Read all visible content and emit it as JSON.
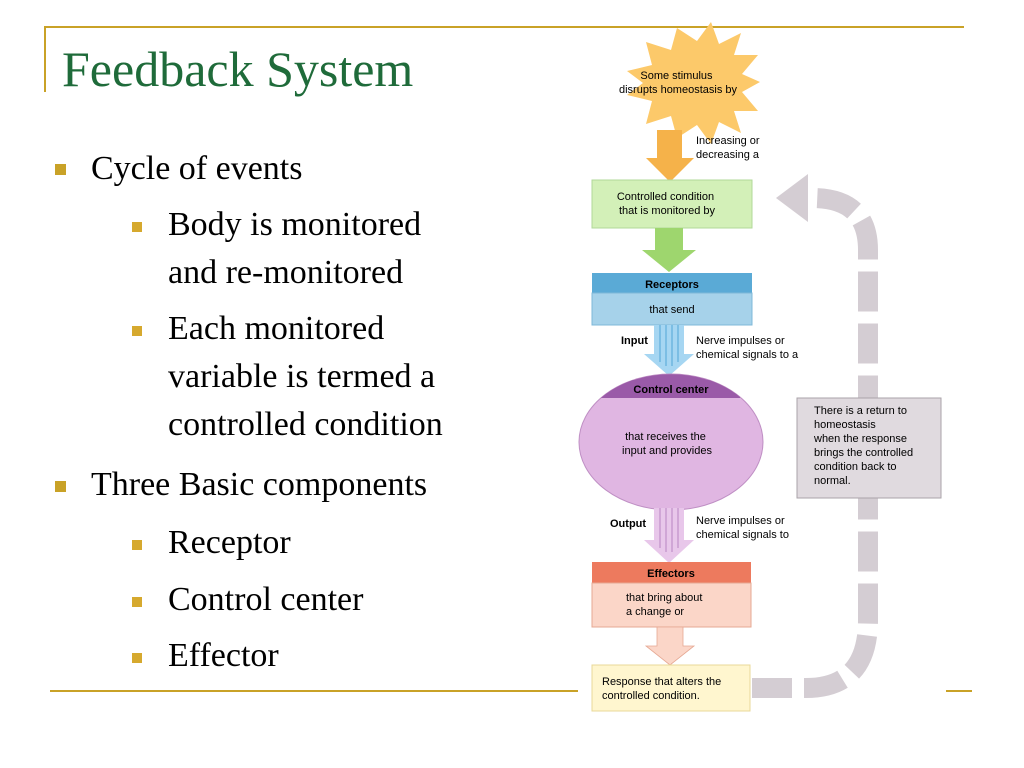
{
  "slide": {
    "title": "Feedback System",
    "bullets": [
      {
        "text": "Cycle of events",
        "sub": [
          {
            "lines": [
              "Body is monitored",
              "and re-monitored"
            ]
          },
          {
            "lines": [
              "Each monitored",
              "variable is termed a",
              "controlled condition"
            ]
          }
        ]
      },
      {
        "text": "Three Basic components",
        "sub": [
          {
            "lines": [
              "Receptor"
            ]
          },
          {
            "lines": [
              "Control center"
            ]
          },
          {
            "lines": [
              "Effector"
            ]
          }
        ]
      }
    ]
  },
  "diagram": {
    "stimulus": [
      "Some stimulus",
      "disrupts homeostasis by"
    ],
    "increasing": [
      "Increasing or",
      "decreasing a"
    ],
    "controlled_condition": [
      "Controlled condition",
      "that is monitored by"
    ],
    "receptors_title": "Receptors",
    "receptors_text": "that send",
    "input_label": "Input",
    "input_signal": [
      "Nerve impulses or",
      "chemical signals to a"
    ],
    "control_center_title": "Control center",
    "control_center_text": [
      "that receives the",
      "input and provides"
    ],
    "output_label": "Output",
    "output_signal": [
      "Nerve impulses or",
      "chemical signals to"
    ],
    "effectors_title": "Effectors",
    "effectors_text": [
      "that bring about",
      "a change or"
    ],
    "response": [
      "Response that alters the",
      "controlled condition."
    ],
    "return_note": [
      "There is a return to",
      "homeostasis",
      "when the response",
      "brings the controlled",
      "condition back to",
      "normal."
    ]
  },
  "colors": {
    "title": "#1f6b3a",
    "accent_rule": "#c9a227",
    "stimulus_fill": "#fcc96a",
    "arrow_orange": "#f5b24a",
    "arrow_green": "#9ed66e",
    "controlled_fill": "#d3f0b8",
    "receptor_header": "#5aaad6",
    "receptor_fill": "#a6d2ea",
    "arrow_blue": "#a6d6f2",
    "control_header": "#9a5aa8",
    "control_fill": "#e0b6e2",
    "effector_header": "#ed7a5e",
    "effector_fill": "#fbd6c8",
    "response_fill": "#fff6cf",
    "return_arrow": "#d4cdd3",
    "note_fill": "#e0dadf"
  }
}
